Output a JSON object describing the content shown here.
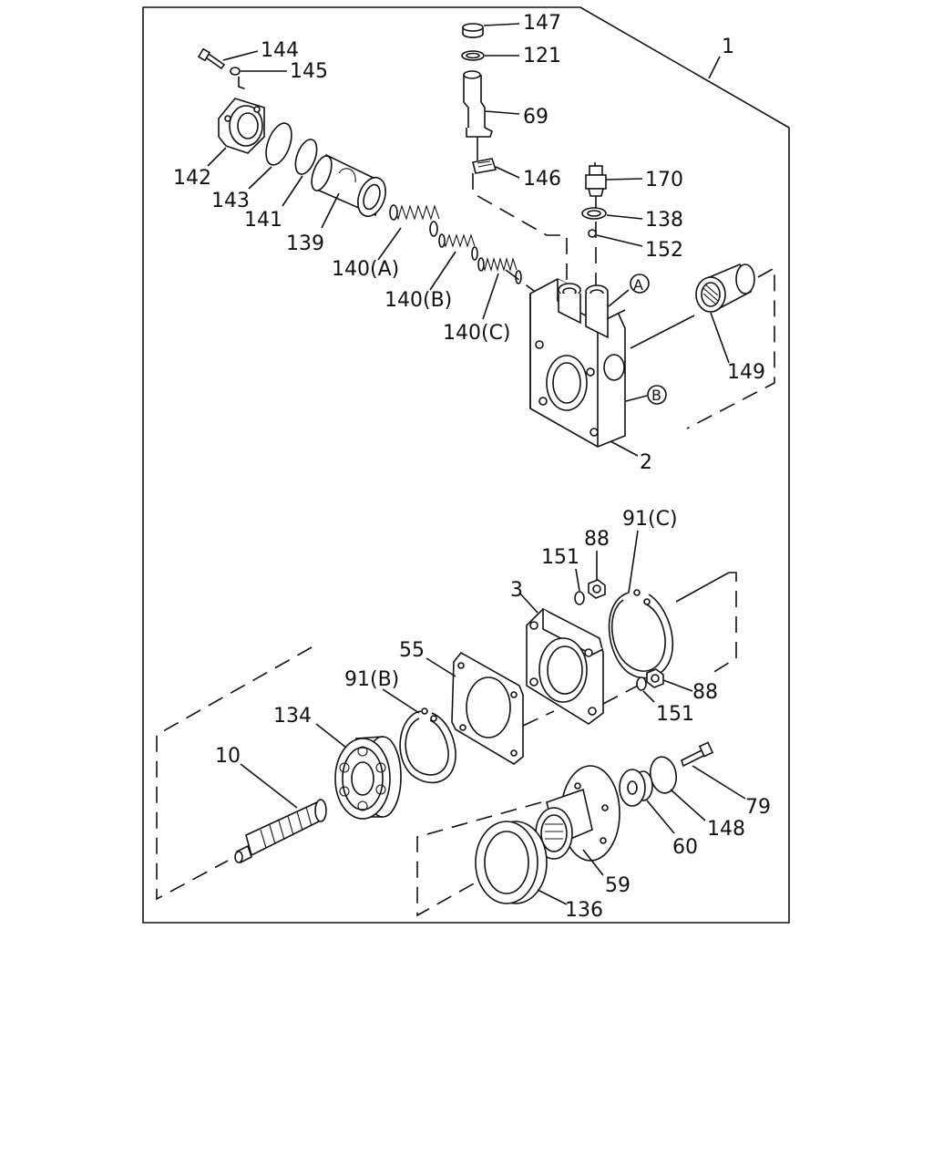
{
  "diagram": {
    "labels": {
      "l147": "147",
      "l121": "121",
      "l69": "69",
      "l146": "146",
      "l170": "170",
      "l138": "138",
      "l152": "152",
      "l1": "1",
      "l144": "144",
      "l145": "145",
      "l142": "142",
      "l143": "143",
      "l141": "141",
      "l139": "139",
      "l140a": "140(A)",
      "l140b": "140(B)",
      "l140c": "140(C)",
      "lA": "A",
      "lB": "B",
      "l149": "149",
      "l2": "2",
      "l91c": "91(C)",
      "l88a": "88",
      "l151a": "151",
      "l3": "3",
      "l55": "55",
      "l91b": "91(B)",
      "l88b": "88",
      "l151b": "151",
      "l134": "134",
      "l10": "10",
      "l79": "79",
      "l148": "148",
      "l60": "60",
      "l59": "59",
      "l136": "136"
    }
  }
}
